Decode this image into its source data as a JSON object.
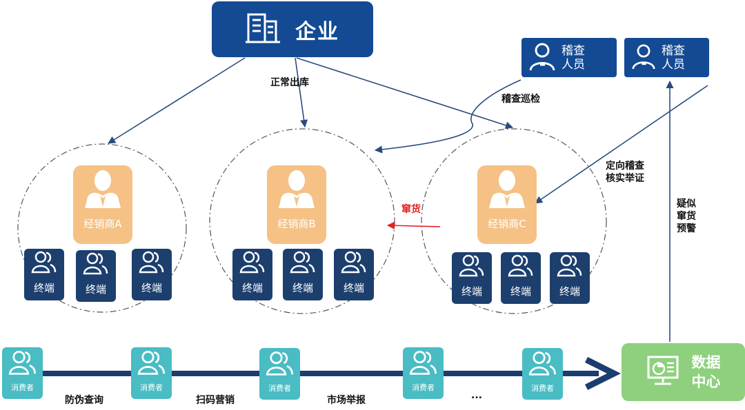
{
  "enterprise": {
    "label": "企业"
  },
  "inspectors": [
    {
      "line1": "稽查",
      "line2": "人员"
    },
    {
      "line1": "稽查",
      "line2": "人员"
    }
  ],
  "dealers": [
    {
      "label": "经销商A"
    },
    {
      "label": "经销商B"
    },
    {
      "label": "经销商C"
    }
  ],
  "terminal_label": "终端",
  "consumer_label": "消费者",
  "data_center": {
    "line1": "数据",
    "line2": "中心"
  },
  "edge_labels": {
    "normal_outbound": "正常出库",
    "inspection_patrol": "稽查巡检",
    "targeted_line1": "定向稽查",
    "targeted_line2": "核实举证",
    "diversion": "窜货",
    "warning_line1": "疑似",
    "warning_line2": "窜货",
    "warning_line3": "预警"
  },
  "consumer_flow_labels": [
    "防伪查询",
    "扫码营销",
    "市场举报",
    "..."
  ],
  "colors": {
    "navy": "#134a93",
    "dealer_orange": "#f5c185",
    "terminal_navy": "#1c3f6e",
    "consumer_teal": "#49bcc4",
    "data_green": "#8ed07d",
    "alert_red": "#e32222",
    "arrow_line": "#2a4c7e"
  }
}
